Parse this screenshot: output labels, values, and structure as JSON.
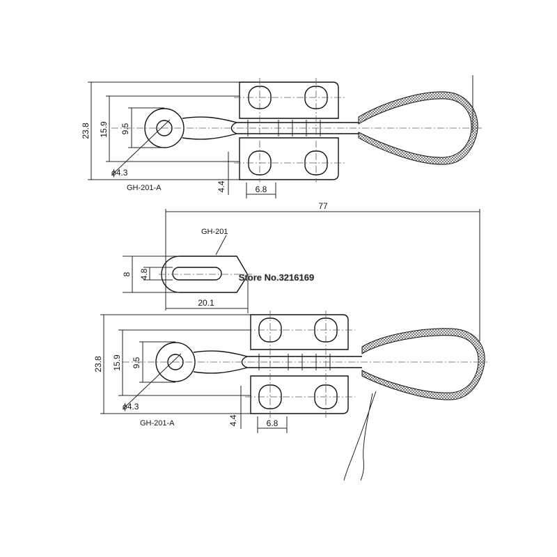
{
  "top_view": {
    "dim_height_total": "23.8",
    "dim_height_mid": "15.9",
    "dim_height_inner": "9.5",
    "dim_hole_dia": "ϕ4.3",
    "dim_offset": "4.4",
    "dim_slot_width": "6.8",
    "part_label": "GH-201-A"
  },
  "overall": {
    "dim_length": "77"
  },
  "detail": {
    "part_label": "GH-201",
    "dim_height": "8",
    "dim_slot": "4.8",
    "dim_length": "20.1"
  },
  "bottom_view": {
    "dim_height_total": "23.8",
    "dim_height_mid": "15.9",
    "dim_height_inner": "9.5",
    "dim_hole_dia": "ϕ4.3",
    "dim_offset": "4.4",
    "dim_slot_width": "6.8",
    "part_label": "GH-201-A"
  },
  "watermark": "Store No.3216169"
}
